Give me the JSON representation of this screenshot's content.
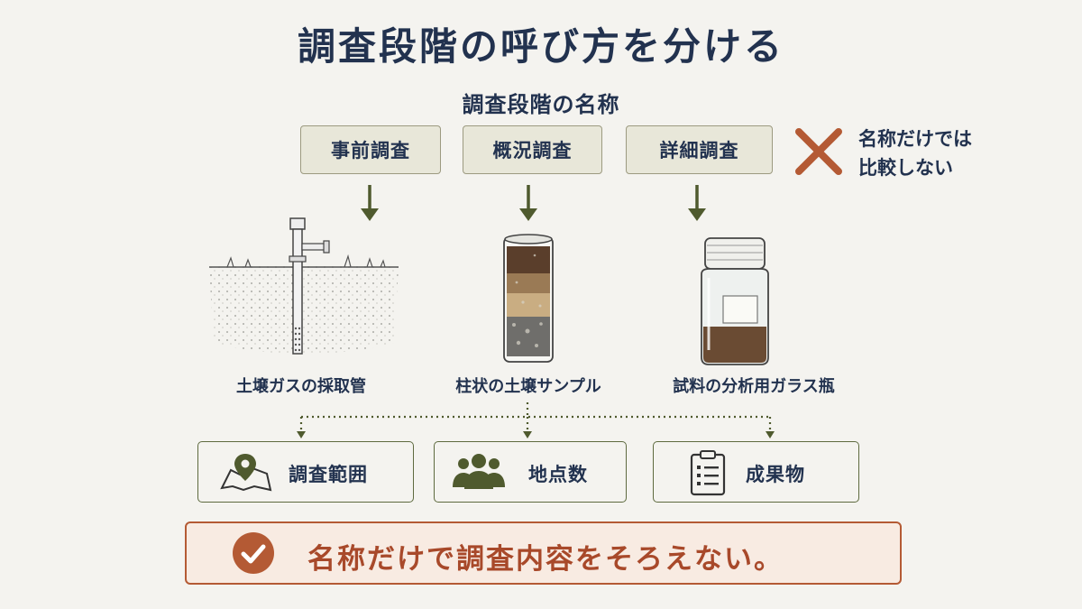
{
  "title": "調査段階の呼び方を分ける",
  "stage_heading": "調査段階の名称",
  "stages": [
    {
      "label": "事前調査"
    },
    {
      "label": "概況調査"
    },
    {
      "label": "詳細調査"
    }
  ],
  "no_compare": {
    "line1": "名称だけでは",
    "line2": "比較しない",
    "icon": "cross-icon",
    "color": "#b45a34"
  },
  "illustrations": [
    {
      "caption": "土壌ガスの採取管",
      "icon": "soil-gas-pipe-icon"
    },
    {
      "caption": "柱状の土壌サンプル",
      "icon": "soil-core-sample-icon"
    },
    {
      "caption": "試料の分析用ガラス瓶",
      "icon": "glass-jar-icon"
    }
  ],
  "criteria": [
    {
      "label": "調査範囲",
      "icon": "map-pin-icon"
    },
    {
      "label": "地点数",
      "icon": "people-icon"
    },
    {
      "label": "成果物",
      "icon": "clipboard-icon"
    }
  ],
  "conclusion": {
    "text": "名称だけで調査内容をそろえない。",
    "icon": "check-circle-icon",
    "accent": "#b45a34"
  },
  "colors": {
    "navy": "#22324f",
    "olive": "#4f5a2e",
    "box_fill": "#e8e7d9",
    "accent": "#b45a34"
  }
}
